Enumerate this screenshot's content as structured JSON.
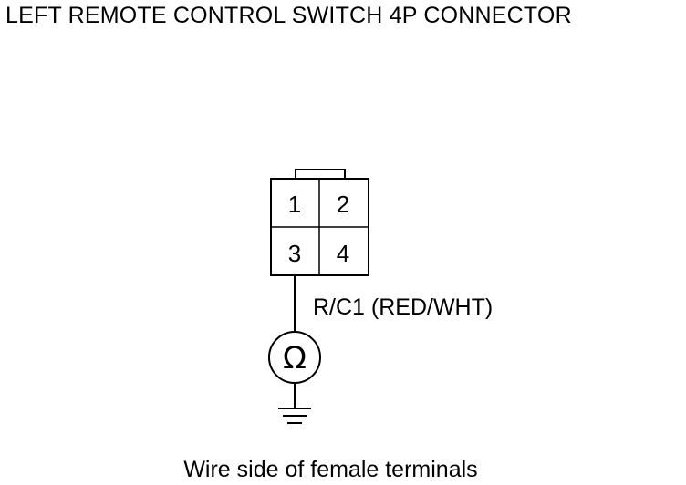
{
  "title": "LEFT REMOTE CONTROL SWITCH 4P CONNECTOR",
  "connector": {
    "pins": [
      "1",
      "2",
      "3",
      "4"
    ]
  },
  "wire": {
    "label": "R/C1 (RED/WHT)"
  },
  "meter": {
    "symbol": "Ω",
    "icon": "ohmmeter-icon"
  },
  "ground": {
    "icon": "ground-icon"
  },
  "caption": "Wire side of female terminals"
}
